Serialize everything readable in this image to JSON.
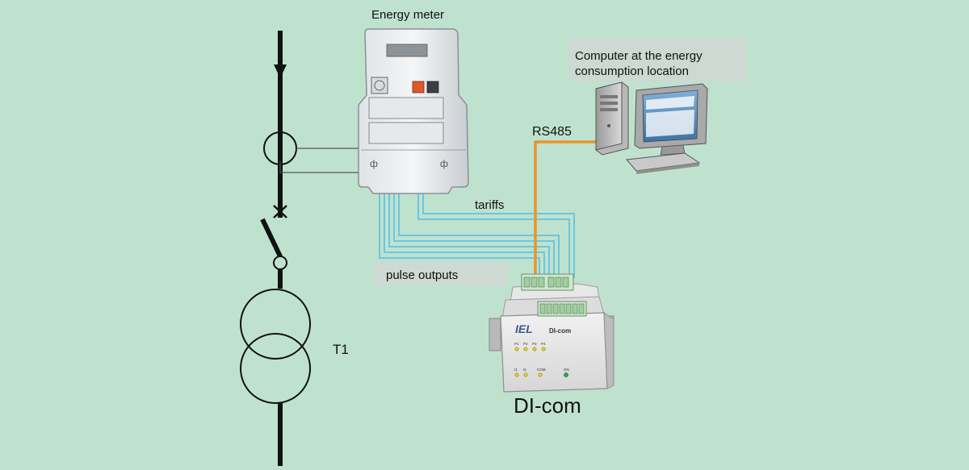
{
  "labels": {
    "energy_meter": "Energy meter",
    "computer_line1": "Computer at the energy",
    "computer_line2": "consumption location",
    "rs485": "RS485",
    "tariffs": "tariffs",
    "pulse_outputs": "pulse outputs",
    "transformer": "T1",
    "dicom_caption": "DI-com"
  },
  "device": {
    "brand": "IEL",
    "model": "DI-com",
    "leds_top": [
      "P1",
      "P2",
      "P3",
      "P4"
    ],
    "leds_bottom": [
      "I1",
      "I2",
      "COM"
    ],
    "led_on": "ON"
  },
  "colors": {
    "background": "#bfe2cf",
    "rs485_cable": "#e8952a",
    "signal_wires": "#6cc6e0",
    "label_box": "#cdd9d2"
  }
}
